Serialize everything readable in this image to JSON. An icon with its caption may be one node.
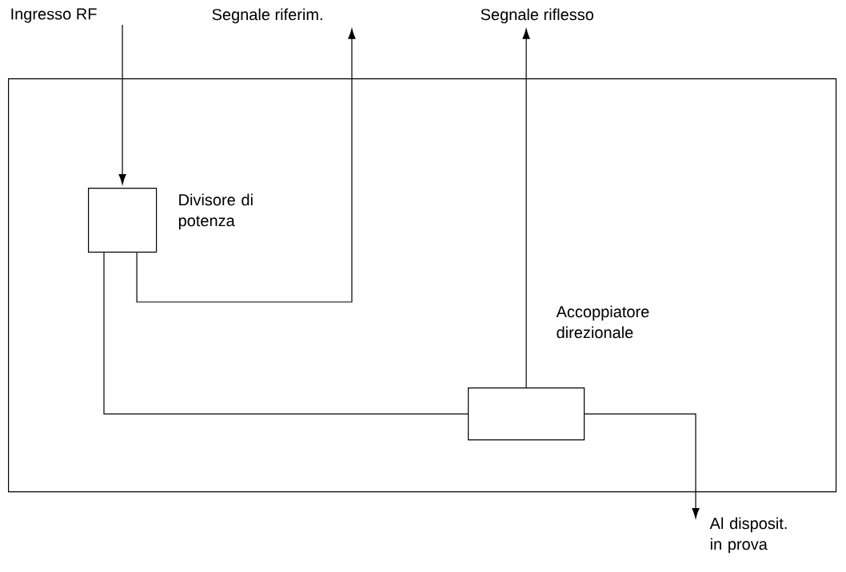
{
  "diagram": {
    "nodes": [
      {
        "text": [],
        "shape": "box"
      },
      {
        "text": [],
        "shape": "box",
        "in": 0,
        "beside": [
          "Divisore di potenza"
        ]
      },
      {
        "text": [],
        "shape": "box",
        "in": 0,
        "beside": [
          "Accoppiatore direzionale"
        ]
      },
      {
        "text": [
          "Ingresso RF"
        ]
      },
      {
        "text": [
          "Segnale riferim."
        ]
      },
      {
        "text": [
          "Segnale riflesso"
        ]
      },
      {
        "text": [
          "Al disposit. in prova"
        ]
      }
    ],
    "edges": [
      {
        "from": 3,
        "to": 1,
        "arrow": "to"
      },
      {
        "from": 1,
        "to": 4,
        "arrow": "to"
      },
      {
        "from": 1,
        "to": 2,
        "arrow": "none"
      },
      {
        "from": 2,
        "to": 5,
        "arrow": "to"
      },
      {
        "from": 2,
        "to": 6,
        "arrow": "to"
      }
    ]
  }
}
